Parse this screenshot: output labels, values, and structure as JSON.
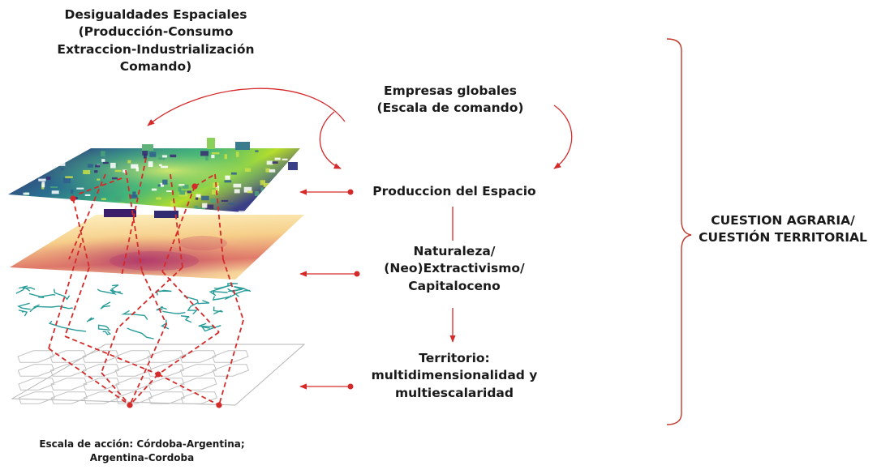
{
  "title_block": {
    "lines": [
      "Desigualdades Espaciales",
      "(Producción-Consumo",
      "Extraccion-Industrialización",
      "Comando)"
    ]
  },
  "nodes": {
    "empresas": {
      "lines": [
        "Empresas globales",
        "(Escala de comando)"
      ]
    },
    "produccion": {
      "lines": [
        "Produccion del Espacio"
      ]
    },
    "naturaleza": {
      "lines": [
        "Naturaleza/",
        "(Neo)Extractivismo/",
        "Capitaloceno"
      ]
    },
    "territorio": {
      "lines": [
        "Territorio:",
        "multidimensionalidad y",
        "multiescalaridad"
      ]
    }
  },
  "bracket_label": {
    "lines": [
      "CUESTION AGRARIA/",
      "CUESTIÓN TERRITORIAL"
    ]
  },
  "footer": {
    "lines": [
      "Escala de acción: Córdoba-Argentina;",
      "Argentina-Cordoba"
    ]
  },
  "layers": [
    {
      "name": "raster-density-layer",
      "theme": "viridis"
    },
    {
      "name": "heat-surface-layer",
      "theme": "magma"
    },
    {
      "name": "road-network-layer",
      "theme": "teal"
    },
    {
      "name": "hexagon-grid-layer",
      "theme": "gray"
    }
  ],
  "colors": {
    "arrow": "#d42a2a",
    "bracket": "#c0392b",
    "text": "#1a1a1a",
    "roads": "#2a9d9a",
    "grid": "#b5b5b5"
  }
}
